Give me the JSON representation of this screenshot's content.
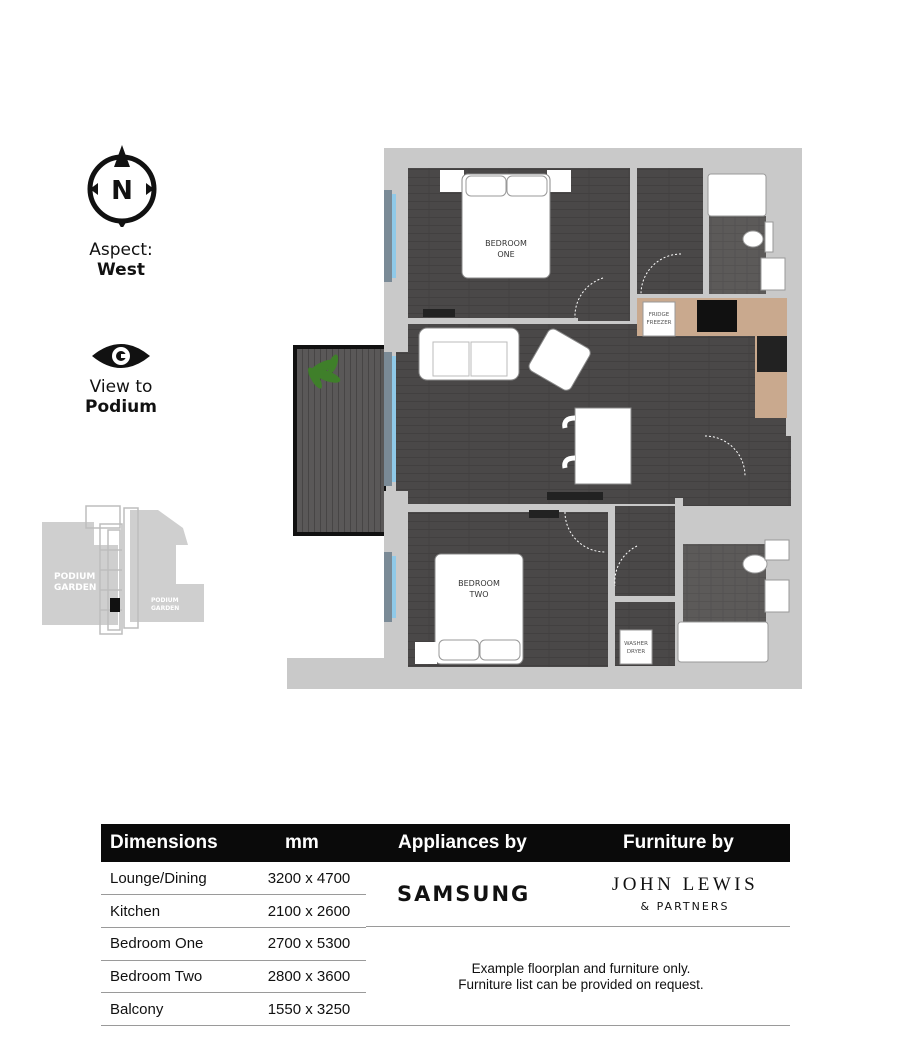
{
  "legend": {
    "compass_letter": "N",
    "aspect_label": "Aspect:",
    "aspect_value": "West",
    "view_label": "View to",
    "view_value": "Podium",
    "icons": [
      "north-compass-icon",
      "eye-icon"
    ]
  },
  "siteplan": {
    "garden_label_1": "PODIUM",
    "garden_label_2": "GARDEN",
    "garden_small_1": "PODIUM",
    "garden_small_2": "GARDEN"
  },
  "floorplan": {
    "bedroom_one_1": "BEDROOM",
    "bedroom_one_2": "ONE",
    "bedroom_two_1": "BEDROOM",
    "bedroom_two_2": "TWO",
    "fridge_1": "FRIDGE",
    "fridge_2": "FREEZER",
    "washer_1": "WASHER",
    "washer_2": "DRYER"
  },
  "table": {
    "headers": [
      "Dimensions",
      "mm",
      "Appliances by",
      "Furniture by"
    ],
    "rows": [
      {
        "room": "Lounge/Dining",
        "dim": "3200 x 4700"
      },
      {
        "room": "Kitchen",
        "dim": "2100 x 2600"
      },
      {
        "room": "Bedroom One",
        "dim": "2700 x 5300"
      },
      {
        "room": "Bedroom Two",
        "dim": "2800 x 3600"
      },
      {
        "room": "Balcony",
        "dim": "1550 x 3250"
      }
    ],
    "appliances_brand": "SAMSUNG",
    "furniture_brand_main": "JOHN LEWIS",
    "furniture_brand_sub": "& PARTNERS",
    "note_line1": "Example floorplan and furniture only.",
    "note_line2": "Furniture list can be provided on request."
  },
  "colors": {
    "floor_dark": "#4a4848",
    "wall_grey": "#c9c9c9",
    "tile": "#5c5a59",
    "worktop": "#c9a98e",
    "window_blue": "#8fc9e8",
    "header_black": "#0a0a0a"
  }
}
